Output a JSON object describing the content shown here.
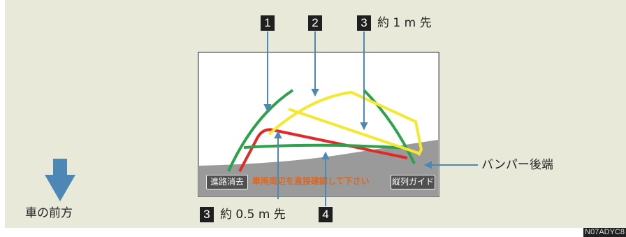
{
  "labels": {
    "n1": "1",
    "n2": "2",
    "n3_top": "3",
    "n3_top_text": "約 1 m 先",
    "n3_bottom": "3",
    "n3_bottom_text": "約 0.5 m 先",
    "n4": "4"
  },
  "callouts": {
    "bumper": "バンパー後端",
    "front": "車の前方"
  },
  "screen": {
    "left_button": "進路消去",
    "warning": "車両周辺を直接確認して下さい",
    "right_button": "縦列ガイド"
  },
  "image_code": "N07ADYC8",
  "colors": {
    "panel_bg": "#e9e9d9",
    "yellow_guide": "#f5e833",
    "green_guide": "#2da24a",
    "red_guide": "#e02a2a",
    "arrow_blue": "#4d87b5"
  }
}
